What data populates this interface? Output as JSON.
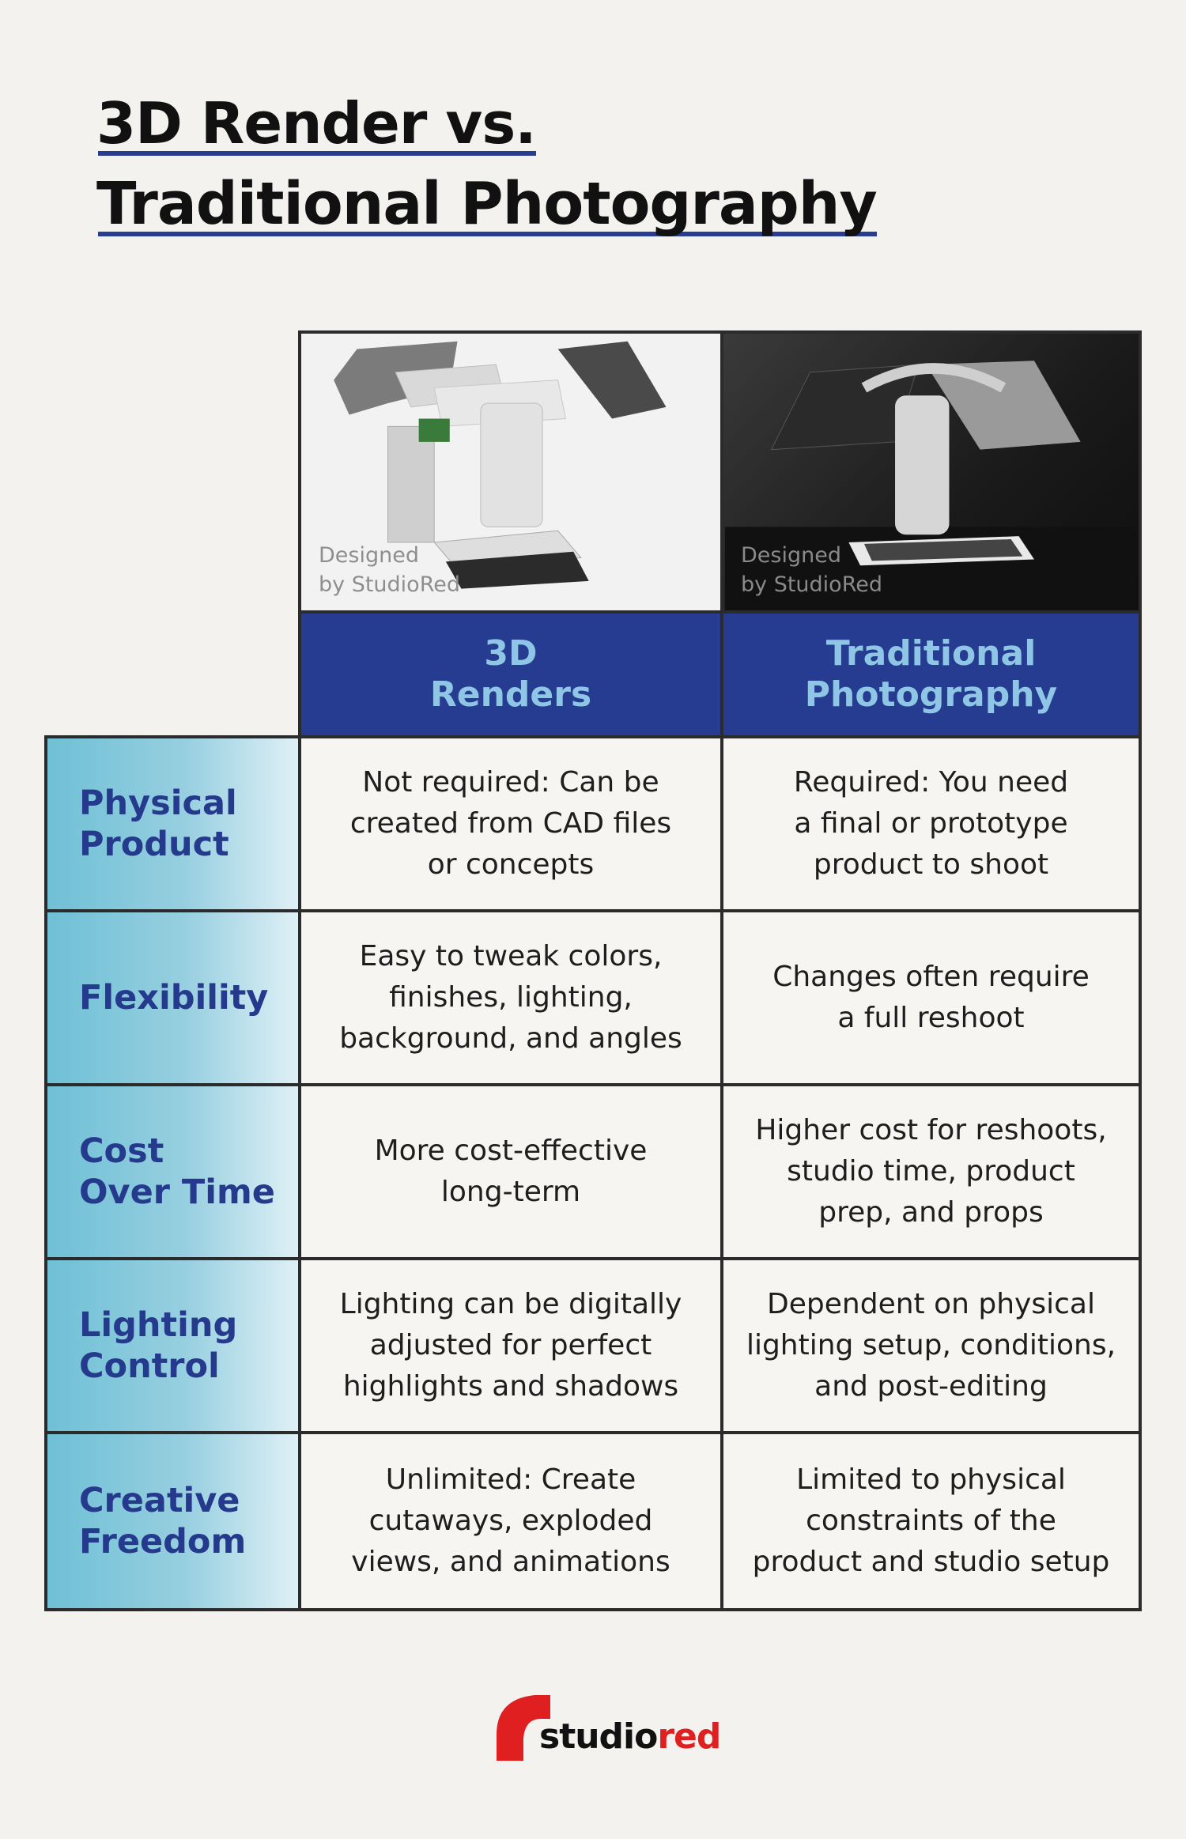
{
  "title": {
    "line1": "3D Render vs.",
    "line2": "Traditional Photography"
  },
  "images": {
    "left": {
      "alt": "3D render of exploded product",
      "watermark": [
        "Designed",
        "by StudioRed"
      ]
    },
    "right": {
      "alt": "Photograph of product",
      "watermark": [
        "Designed",
        "by StudioRed"
      ]
    }
  },
  "columns": [
    {
      "lines": [
        "3D",
        "Renders"
      ]
    },
    {
      "lines": [
        "Traditional",
        "Photography"
      ]
    }
  ],
  "rows": [
    {
      "label": [
        "Physical",
        "Product"
      ],
      "render": [
        "Not required: Can be",
        "created from CAD files",
        "or concepts"
      ],
      "photo": [
        "Required: You need",
        "a final or prototype",
        "product to shoot"
      ]
    },
    {
      "label": [
        "Flexibility"
      ],
      "render": [
        "Easy to tweak colors,",
        "finishes, lighting,",
        "background, and angles"
      ],
      "photo": [
        "Changes often require",
        "a full reshoot"
      ]
    },
    {
      "label": [
        "Cost",
        "Over Time"
      ],
      "render": [
        "More cost-effective",
        "long-term"
      ],
      "photo": [
        "Higher cost for reshoots,",
        "studio time, product",
        "prep, and props"
      ]
    },
    {
      "label": [
        "Lighting",
        "Control"
      ],
      "render": [
        "Lighting can be digitally",
        "adjusted for perfect",
        "highlights and shadows"
      ],
      "photo": [
        "Dependent on physical",
        "lighting setup, conditions,",
        "and post-editing"
      ]
    },
    {
      "label": [
        "Creative",
        "Freedom"
      ],
      "render": [
        "Unlimited: Create",
        "cutaways, exploded",
        "views, and animations"
      ],
      "photo": [
        "Limited to physical",
        "constraints of the",
        "product and studio setup"
      ]
    }
  ],
  "logo": {
    "part1": "studio",
    "part2": "red"
  },
  "colors": {
    "header_bg": "#263c91",
    "header_text": "#8fc6e6",
    "label_text": "#253a8c",
    "label_gradient_start": "#6fc0d6",
    "border": "#2b2b2b",
    "brand_red": "#e02020",
    "title_underline": "#283c91"
  }
}
